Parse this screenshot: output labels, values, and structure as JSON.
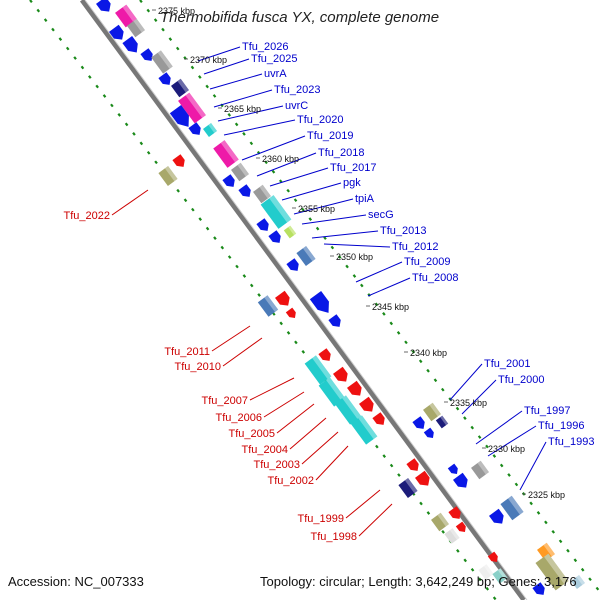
{
  "title": "Thermobifida fusca YX, complete genome",
  "accession": "Accession: NC_007333",
  "summary": "Topology: circular; Length: 3,642,249 bp; Genes: 3,176",
  "colors": {
    "forward_label": "#0000cc",
    "reverse_label": "#cc0000",
    "backbone": "#777777",
    "guide": "#1a8a1a",
    "cds_forward": "#0a18e6",
    "cds_reverse": "#ee1111",
    "cyan": "#22cccc",
    "magenta": "#ee1aa8",
    "gray": "#999999",
    "steel": "#4a7ab8",
    "olive": "#a8a86a",
    "navy": "#1c1c7a"
  },
  "kbp_labels": [
    "2375 kbp",
    "2370 kbp",
    "2365 kbp",
    "2360 kbp",
    "2355 kbp",
    "2350 kbp",
    "2345 kbp",
    "2340 kbp",
    "2335 kbp",
    "2330 kbp",
    "2325 kbp"
  ],
  "forward_genes": [
    "Tfu_2026",
    "Tfu_2025",
    "uvrA",
    "Tfu_2023",
    "uvrC",
    "Tfu_2020",
    "Tfu_2019",
    "Tfu_2018",
    "Tfu_2017",
    "pgk",
    "tpiA",
    "secG",
    "Tfu_2013",
    "Tfu_2012",
    "Tfu_2009",
    "Tfu_2008",
    "Tfu_2001",
    "Tfu_2000",
    "Tfu_1997",
    "Tfu_1996",
    "Tfu_1993"
  ],
  "reverse_genes": [
    "Tfu_2022",
    "Tfu_2011",
    "Tfu_2010",
    "Tfu_2007",
    "Tfu_2006",
    "Tfu_2005",
    "Tfu_2004",
    "Tfu_2003",
    "Tfu_2002",
    "Tfu_1999",
    "Tfu_1998"
  ]
}
